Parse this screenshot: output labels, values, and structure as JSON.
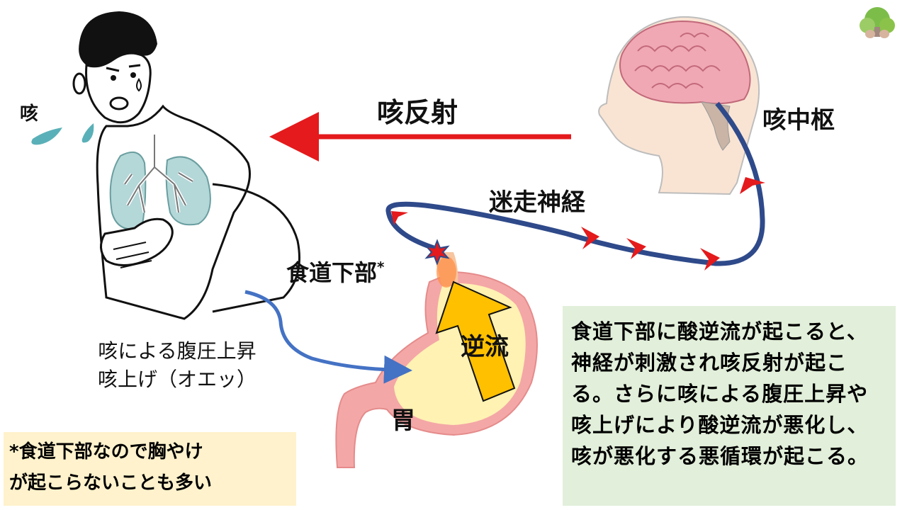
{
  "labels": {
    "cough": "咳",
    "cough_reflex": "咳反射",
    "cough_center": "咳中枢",
    "vagus_nerve": "迷走神経",
    "lower_esophagus": "食道下部",
    "asterisk": "*",
    "pressure_line1": "咳による腹圧上昇",
    "pressure_line2": "咳上げ（オエッ）",
    "stomach": "胃",
    "reflux": "逆流"
  },
  "note": {
    "line1": "*食道下部なので胸やけ",
    "line2": "が起こらないことも多い"
  },
  "explanation": {
    "text": "食道下部に酸逆流が起こると、神経が刺激され咳反射が起こる。さらに咳による腹圧上昇や咳上げにより酸逆流が悪化し、咳が悪化する悪循環が起こる。"
  },
  "colors": {
    "reflex_arrow": "#e41a1c",
    "vagus_nerve": "#2f4a8a",
    "pressure_arrow": "#4472c4",
    "reflux_arrow": "#ffc000",
    "stomach": "#f4a7a7",
    "note_bg": "#fff2cc",
    "expl_bg": "#e2efda"
  },
  "icons": [
    "tree-logo-icon",
    "person-coughing-icon",
    "head-brain-icon",
    "stomach-icon"
  ]
}
